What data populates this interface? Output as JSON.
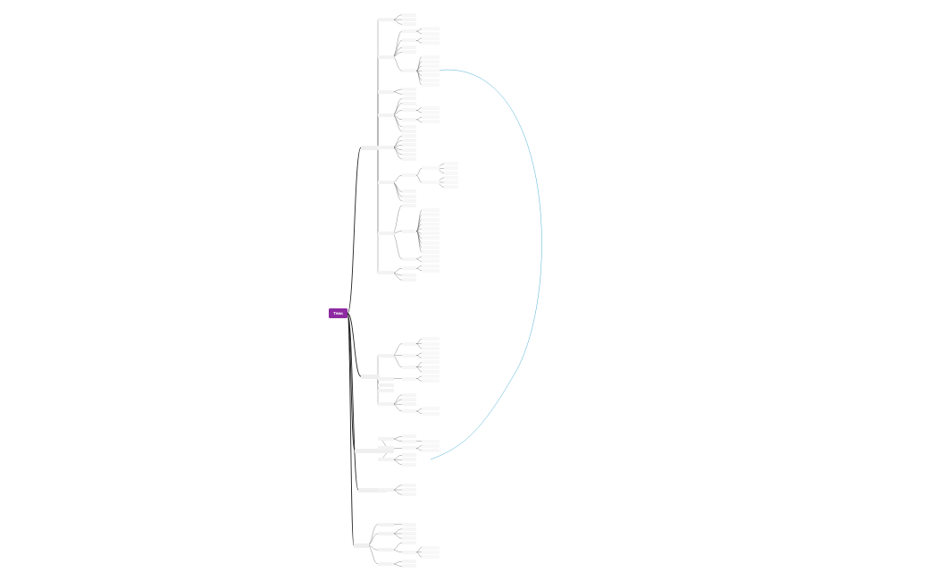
{
  "root": {
    "label": "Тема"
  },
  "branches": [
    {
      "label": "",
      "children": [
        {
          "label": "",
          "children": [
            {
              "label": ""
            },
            {
              "label": ""
            },
            {
              "label": ""
            }
          ]
        },
        {
          "label": "",
          "children": [
            {
              "label": "",
              "children": [
                {
                  "label": ""
                },
                {
                  "label": ""
                }
              ]
            },
            {
              "label": "",
              "children": [
                {
                  "label": ""
                },
                {
                  "label": ""
                }
              ]
            },
            {
              "label": ""
            },
            {
              "label": ""
            },
            {
              "label": "",
              "children": [
                {
                  "label": ""
                },
                {
                  "label": ""
                },
                {
                  "label": ""
                },
                {
                  "label": ""
                },
                {
                  "label": ""
                },
                {
                  "label": ""
                },
                {
                  "label": ""
                }
              ]
            }
          ]
        },
        {
          "label": "",
          "children": [
            {
              "label": ""
            },
            {
              "label": ""
            }
          ]
        },
        {
          "label": "",
          "children": [
            {
              "label": ""
            },
            {
              "label": ""
            },
            {
              "label": "",
              "children": [
                {
                  "label": ""
                },
                {
                  "label": ""
                }
              ]
            },
            {
              "label": "",
              "children": [
                {
                  "label": ""
                },
                {
                  "label": ""
                }
              ]
            },
            {
              "label": ""
            },
            {
              "label": ""
            }
          ]
        },
        {
          "label": "",
          "children": [
            {
              "label": ""
            },
            {
              "label": ""
            },
            {
              "label": ""
            },
            {
              "label": ""
            },
            {
              "label": ""
            },
            {
              "label": ""
            }
          ]
        },
        {
          "label": "",
          "children": [
            {
              "label": "",
              "children": [
                {
                  "label": "",
                  "children": [
                    {
                      "label": ""
                    },
                    {
                      "label": ""
                    },
                    {
                      "label": ""
                    }
                  ]
                },
                {
                  "label": "",
                  "children": [
                    {
                      "label": ""
                    },
                    {
                      "label": ""
                    },
                    {
                      "label": ""
                    }
                  ]
                }
              ]
            },
            {
              "label": ""
            },
            {
              "label": ""
            },
            {
              "label": ""
            }
          ]
        },
        {
          "label": "",
          "children": [
            {
              "label": ""
            },
            {
              "label": "",
              "children": [
                {
                  "label": ""
                },
                {
                  "label": ""
                },
                {
                  "label": ""
                },
                {
                  "label": ""
                },
                {
                  "label": ""
                },
                {
                  "label": ""
                },
                {
                  "label": ""
                },
                {
                  "label": ""
                },
                {
                  "label": ""
                },
                {
                  "label": ""
                }
              ]
            },
            {
              "label": "",
              "children": [
                {
                  "label": ""
                },
                {
                  "label": ""
                }
              ]
            }
          ]
        },
        {
          "label": "",
          "children": [
            {
              "label": "",
              "children": [
                {
                  "label": ""
                },
                {
                  "label": ""
                }
              ]
            },
            {
              "label": ""
            },
            {
              "label": ""
            }
          ]
        }
      ]
    },
    {
      "label": "",
      "children": [
        {
          "label": "",
          "children": [
            {
              "label": "",
              "children": [
                {
                  "label": ""
                },
                {
                  "label": ""
                },
                {
                  "label": ""
                }
              ]
            },
            {
              "label": "",
              "children": [
                {
                  "label": ""
                },
                {
                  "label": ""
                }
              ]
            },
            {
              "label": "",
              "children": [
                {
                  "label": ""
                },
                {
                  "label": ""
                },
                {
                  "label": ""
                }
              ]
            }
          ]
        },
        {
          "label": "",
          "children": [
            {
              "label": "",
              "children": [
                {
                  "label": ""
                },
                {
                  "label": ""
                }
              ]
            }
          ]
        },
        {
          "label": ""
        },
        {
          "label": ""
        },
        {
          "label": "",
          "children": [
            {
              "label": ""
            },
            {
              "label": ""
            },
            {
              "label": ""
            },
            {
              "label": "",
              "children": [
                {
                  "label": ""
                },
                {
                  "label": ""
                }
              ]
            }
          ]
        }
      ]
    },
    {
      "label": "",
      "children": [
        {
          "label": "",
          "children": [
            {
              "label": ""
            },
            {
              "label": "",
              "children": [
                {
                  "label": ""
                }
              ]
            }
          ]
        },
        {
          "label": "",
          "children": [
            {
              "label": "",
              "children": [
                {
                  "label": ""
                },
                {
                  "label": ""
                }
              ]
            }
          ]
        },
        {
          "label": "",
          "children": [
            {
              "label": ""
            },
            {
              "label": ""
            },
            {
              "label": ""
            }
          ]
        }
      ]
    },
    {
      "label": "",
      "children": [
        {
          "label": "",
          "children": [
            {
              "label": ""
            },
            {
              "label": ""
            },
            {
              "label": ""
            }
          ]
        }
      ]
    },
    {
      "label": "",
      "children": [
        {
          "label": "",
          "children": [
            {
              "label": ""
            }
          ]
        },
        {
          "label": "",
          "children": [
            {
              "label": ""
            },
            {
              "label": ""
            },
            {
              "label": ""
            }
          ]
        },
        {
          "label": "",
          "children": [
            {
              "label": ""
            },
            {
              "label": "",
              "children": [
                {
                  "label": ""
                },
                {
                  "label": ""
                },
                {
                  "label": ""
                }
              ]
            }
          ]
        },
        {
          "label": "",
          "children": [
            {
              "label": ""
            },
            {
              "label": ""
            }
          ]
        }
      ]
    }
  ],
  "colors": {
    "root": "#8e2aa1",
    "main_link": "#222222",
    "sub_link": "#555555",
    "relation": "#4fb3d6"
  },
  "relation": {
    "from_branch": 0,
    "to_branch": 2
  }
}
